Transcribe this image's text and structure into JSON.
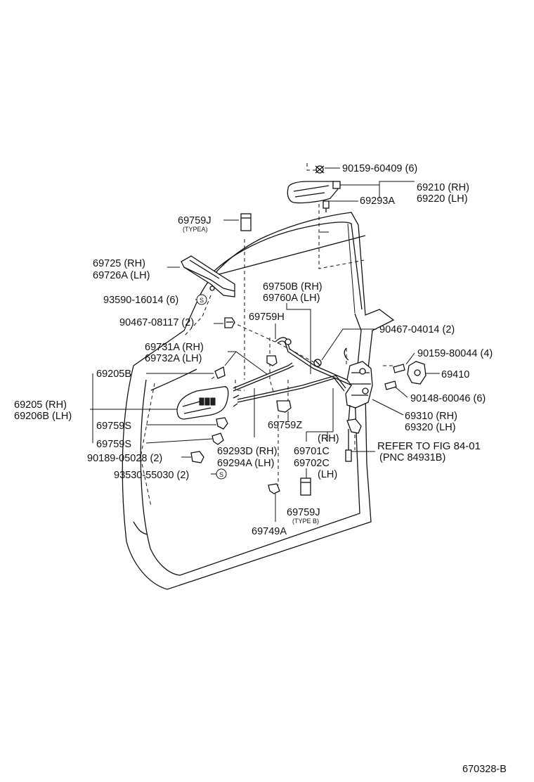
{
  "labels": {
    "p90159_60409": "90159-60409 (6)",
    "p69210": "69210 (RH)",
    "p69220": "69220 (LH)",
    "p69293A": "69293A",
    "p69759J_top": "69759J",
    "typeA": "(TYPEA)",
    "p69725": "69725   (RH)",
    "p69726A": "69726A (LH)",
    "p93590": "93590-16014 (6)",
    "p69750B": "69750B (RH)",
    "p69760A": "69760A (LH)",
    "p69759H": "69759H",
    "p90467_08117": "90467-08117 (2)",
    "p90467_04014": "90467-04014 (2)",
    "p69731A": "69731A (RH)",
    "p69732A": "69732A (LH)",
    "p90159_80044": "90159-80044 (4)",
    "p69205B": "69205B",
    "p69410": "69410",
    "p90148": "90148-60046 (6)",
    "p69205": "69205   (RH)",
    "p69206B": "69206B (LH)",
    "p69310": "69310 (RH)",
    "p69320": "69320 (LH)",
    "p69759S_a": "69759S",
    "p69759Z": "69759Z",
    "rh": "(RH)",
    "p69759S_b": "69759S",
    "p69293D": "69293D (RH)",
    "p69701C": "69701C",
    "refer": "REFER TO FIG 84-01",
    "pnc": "(PNC 84931B)",
    "p90189": "90189-05028 (2)",
    "p69294A": "69294A (LH)",
    "p69702C": "69702C",
    "lh": "(LH)",
    "p93530": "93530-55030 (2)",
    "p69759J_bot": "69759J",
    "typeB": "(TYPE B)",
    "p69749A": "69749A",
    "s_mark": "S",
    "fig_id": "670328-B"
  }
}
